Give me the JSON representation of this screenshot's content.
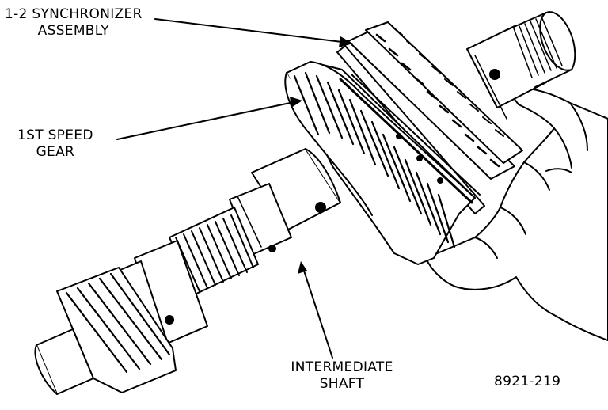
{
  "labels": {
    "synchronizer": {
      "line1": "1-2 SYNCHRONIZER",
      "line2": "ASSEMBLY"
    },
    "first_gear": {
      "line1": "1ST SPEED",
      "line2": "GEAR"
    },
    "shaft": {
      "line1": "INTERMEDIATE",
      "line2": "SHAFT"
    },
    "figure_number": "8921-219"
  },
  "colors": {
    "ink": "#000000",
    "paper": "#ffffff"
  }
}
